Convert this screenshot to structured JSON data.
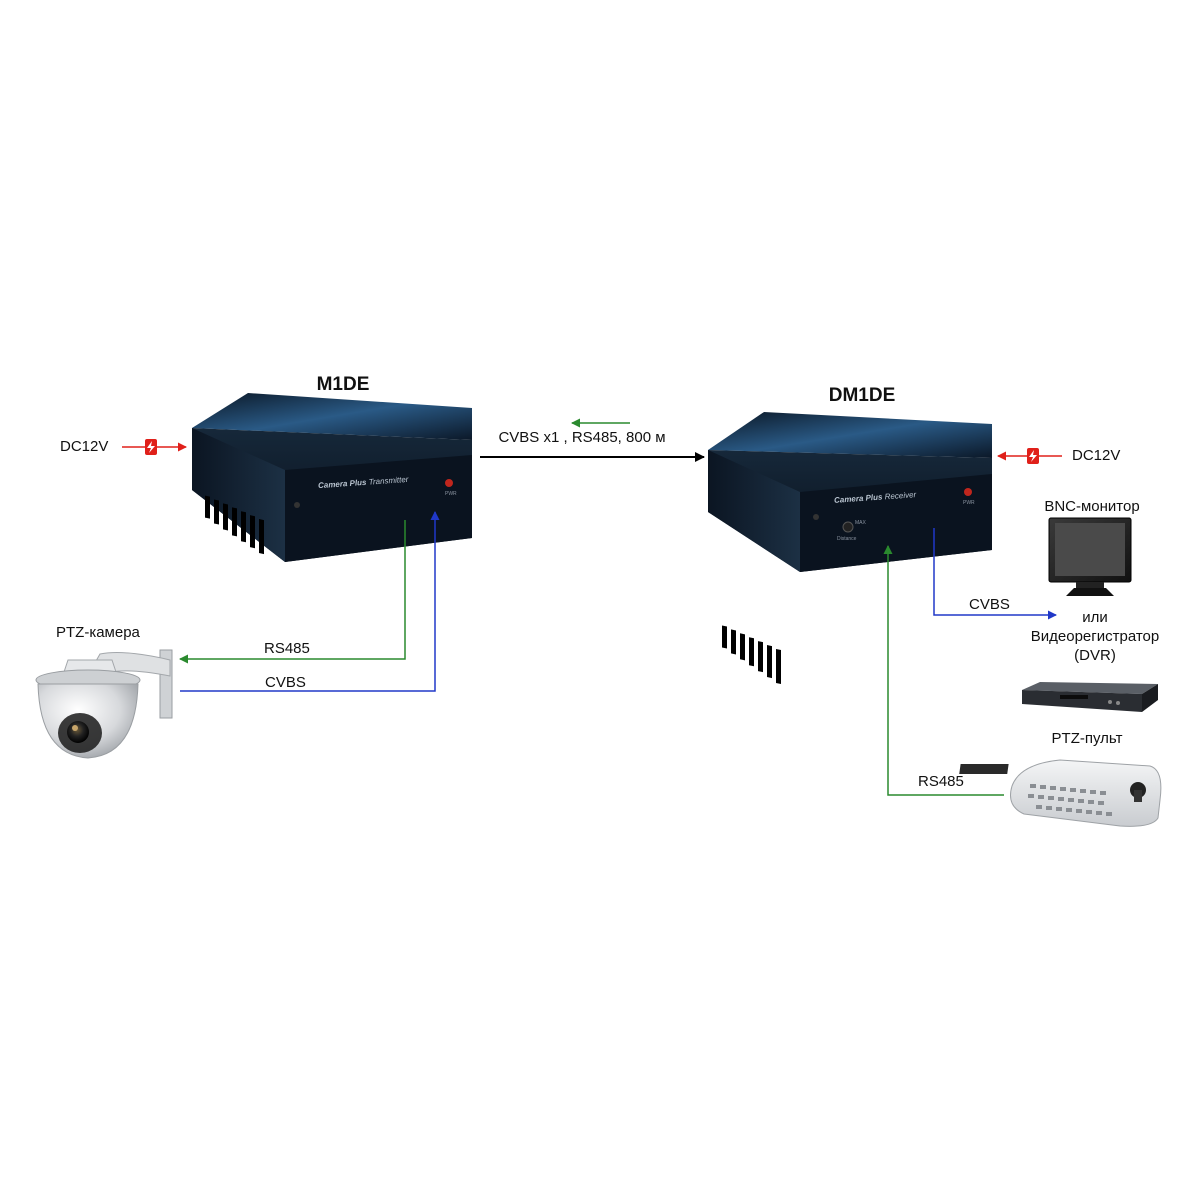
{
  "colors": {
    "power": "#e0201a",
    "rs485": "#2a8a2e",
    "cvbs": "#2038c8",
    "link": "#000000",
    "device_body": "#0e1c2c"
  },
  "devices": {
    "transmitter": {
      "title": "M1DE",
      "brand": "Camera Plus",
      "role": "Transmitter",
      "led_label": "PWR"
    },
    "receiver": {
      "title": "DM1DE",
      "brand": "Camera Plus",
      "role": "Receiver",
      "led_label": "PWR",
      "knob_label": "MAX",
      "knob_sub": "Distance"
    }
  },
  "link": {
    "label": "CVBS x1 , RS485, 800 м"
  },
  "power": {
    "left": "DC12V",
    "right": "DC12V"
  },
  "camera": {
    "label": "PTZ-камера",
    "rs485": "RS485",
    "cvbs": "CVBS"
  },
  "monitor": {
    "label": "BNC-монитор",
    "or": "или",
    "dvr_line1": "Видеорегистратор",
    "dvr_line2": "(DVR)",
    "cvbs": "CVBS"
  },
  "keyboard": {
    "label": "PTZ-пульт",
    "rs485": "RS485"
  }
}
